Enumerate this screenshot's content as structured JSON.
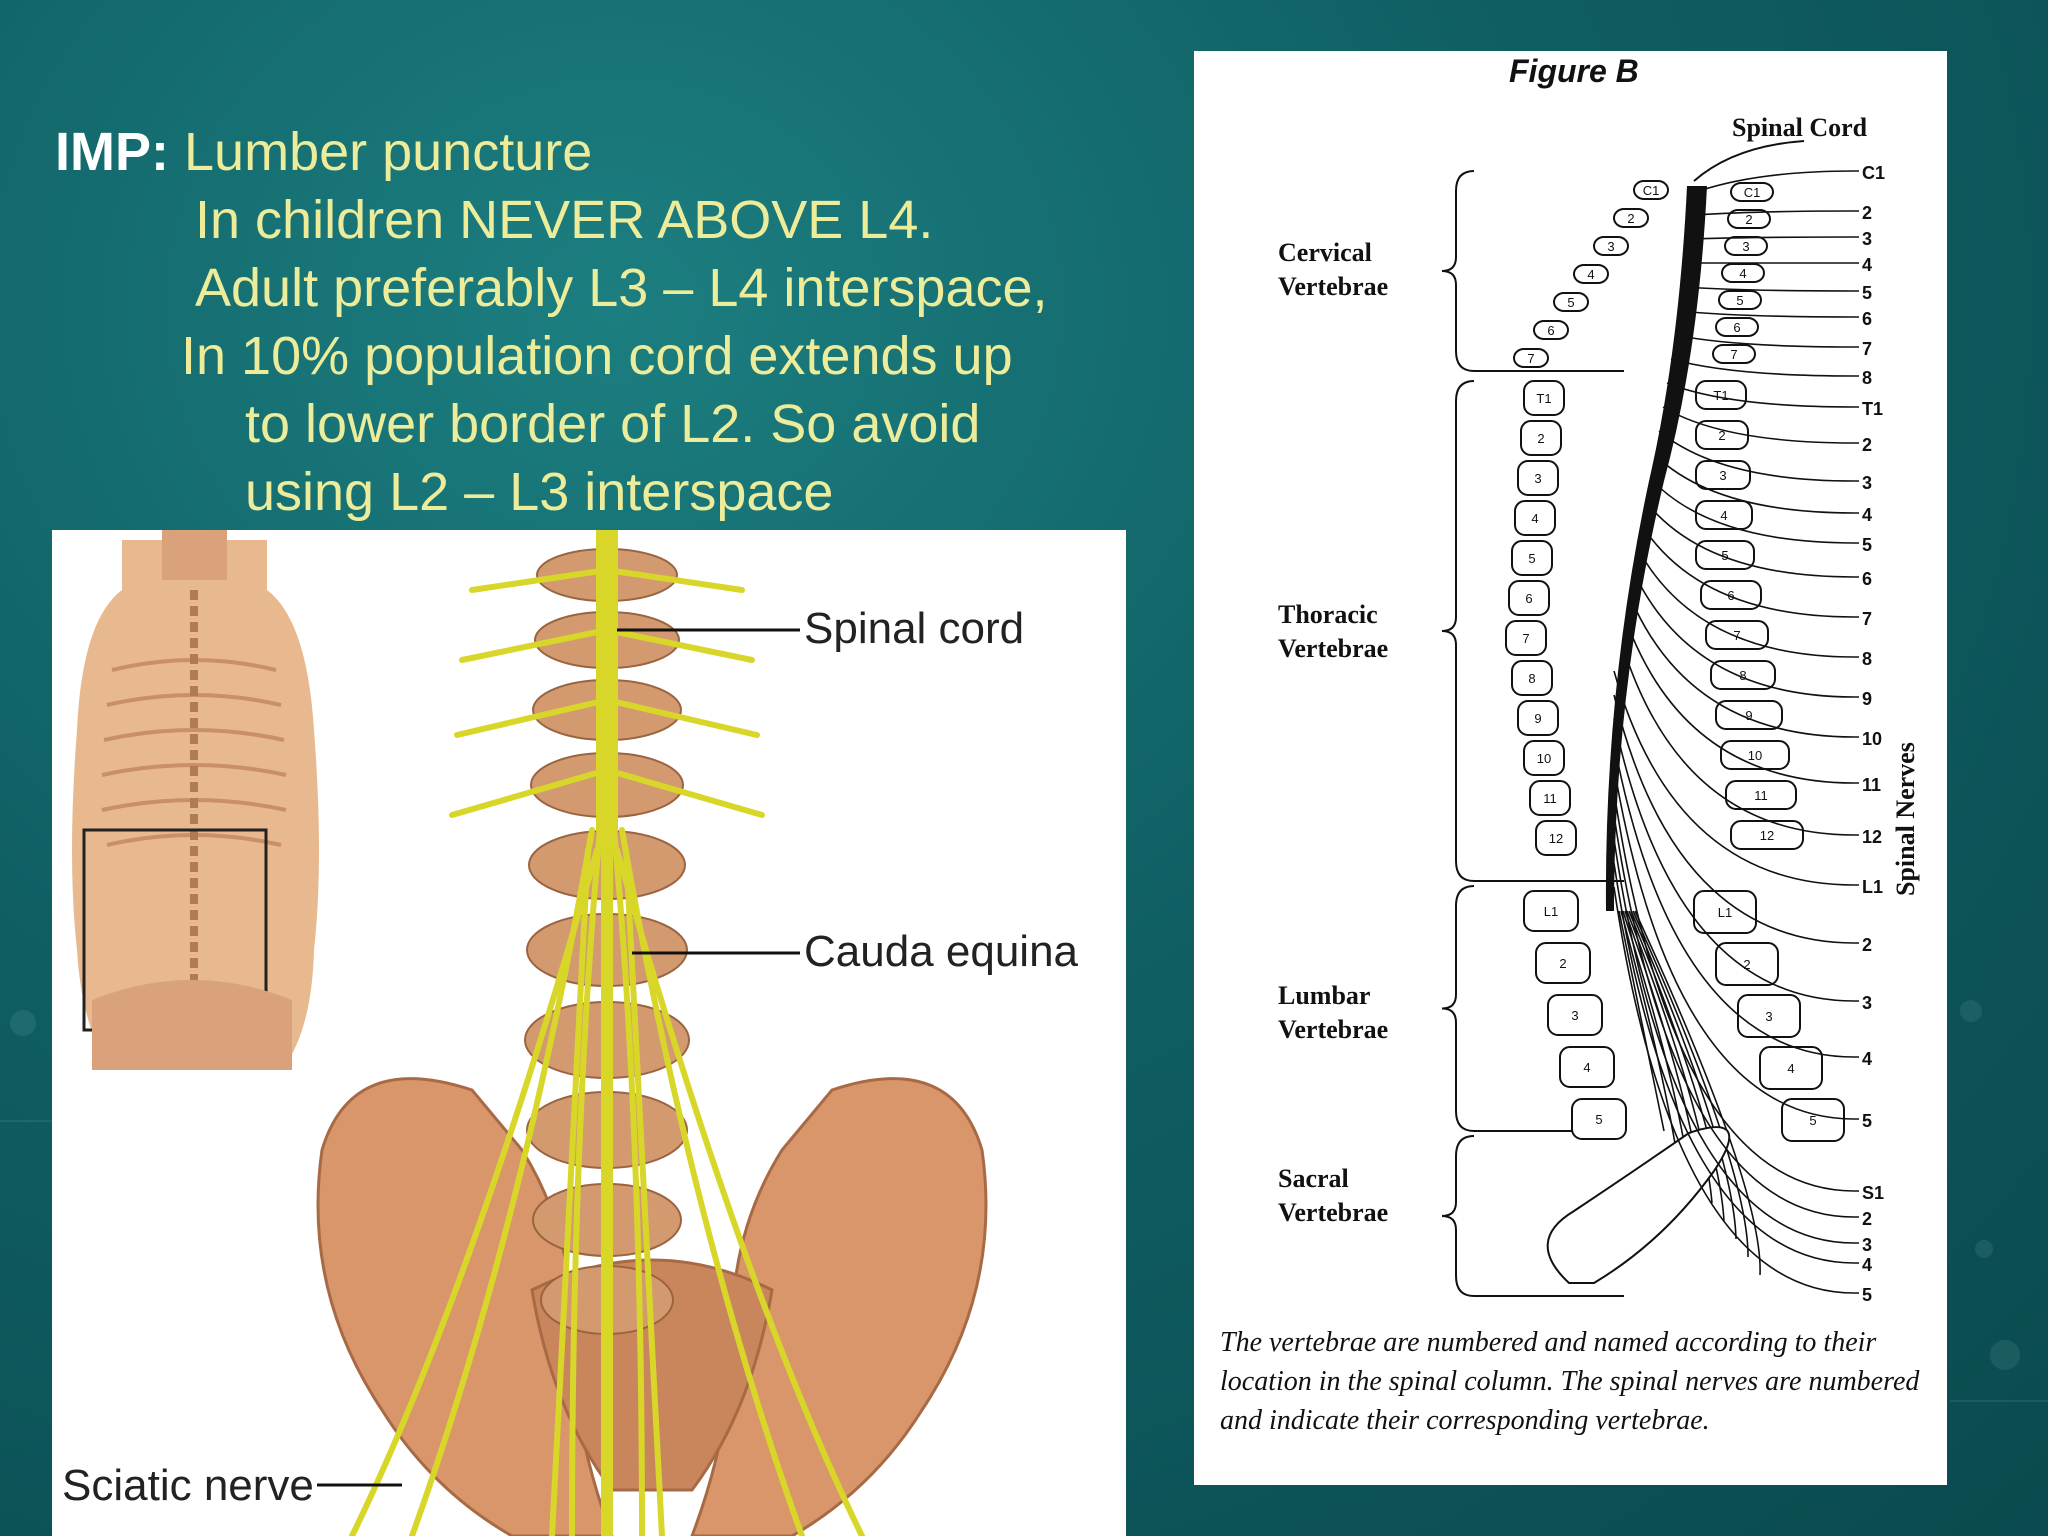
{
  "slide": {
    "imp_label": "IMP:",
    "lines": [
      "Lumber puncture",
      "In children NEVER ABOVE L4.",
      "Adult preferably L3 – L4 interspace,",
      "In 10% population cord extends up",
      "to lower border of L2. So avoid",
      "using L2 – L3 interspace"
    ]
  },
  "lumbar_illustration": {
    "labels": {
      "spinal_cord": "Spinal cord",
      "cauda_equina": "Cauda equina",
      "sciatic_nerve": "Sciatic nerve"
    }
  },
  "figure_b": {
    "title": "Figure B",
    "spinal_cord_label": "Spinal Cord",
    "spinal_nerves_label": "Spinal Nerves",
    "regions": [
      {
        "line1": "Cervical",
        "line2": "Vertebrae"
      },
      {
        "line1": "Thoracic",
        "line2": "Vertebrae"
      },
      {
        "line1": "Lumbar",
        "line2": "Vertebrae"
      },
      {
        "line1": "Sacral",
        "line2": "Vertebrae"
      }
    ],
    "nerve_labels": [
      "C1",
      "2",
      "3",
      "4",
      "5",
      "6",
      "7",
      "8",
      "T1",
      "2",
      "3",
      "4",
      "5",
      "6",
      "7",
      "8",
      "9",
      "10",
      "11",
      "12",
      "L1",
      "2",
      "3",
      "4",
      "5",
      "S1",
      "2",
      "3",
      "4",
      "5"
    ],
    "left_vertebra_labels": [
      "C1",
      "2",
      "3",
      "4",
      "5",
      "6",
      "7",
      "T1",
      "2",
      "3",
      "4",
      "5",
      "6",
      "7",
      "8",
      "9",
      "10",
      "11",
      "12",
      "L1",
      "2",
      "3",
      "4",
      "5"
    ],
    "right_vertebra_labels": [
      "C1",
      "2",
      "3",
      "4",
      "5",
      "6",
      "7",
      "T1",
      "2",
      "3",
      "4",
      "5",
      "6",
      "7",
      "8",
      "9",
      "10",
      "11",
      "12",
      "L1",
      "2",
      "3",
      "4",
      "5"
    ],
    "caption": "The vertebrae are numbered and named according to their location in the spinal column.  The spinal nerves are numbered and indicate their corresponding vertebrae."
  }
}
